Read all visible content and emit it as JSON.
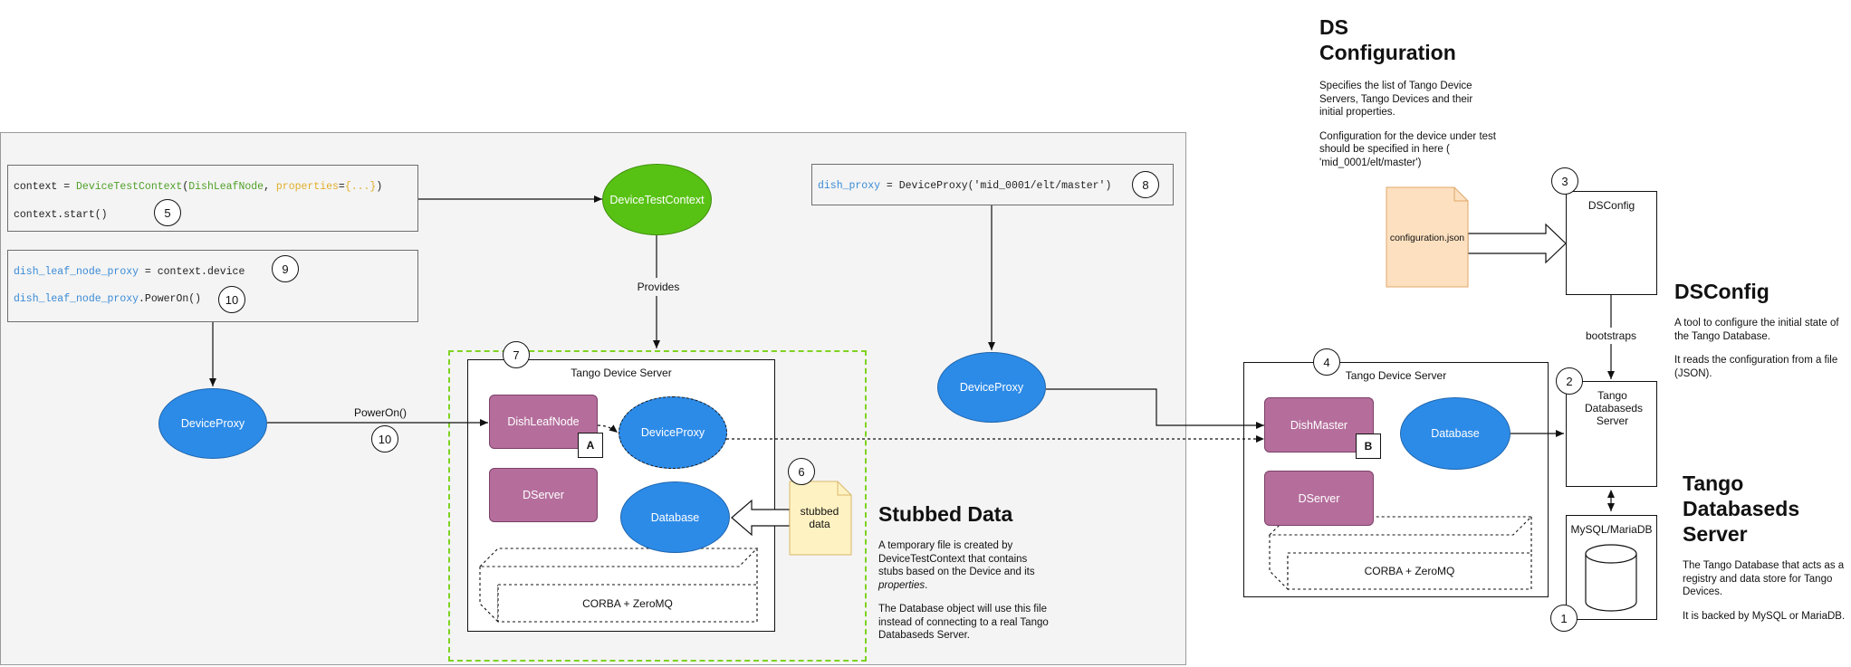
{
  "code": {
    "ctx_assign": "context = ",
    "ctx_class": "DeviceTestContext",
    "ctx_open": "(",
    "ctx_arg": "DishLeafNode",
    "ctx_sep": ", ",
    "ctx_kw": "properties",
    "ctx_eq": "=",
    "ctx_val": "{...}",
    "ctx_close": ")",
    "ctx_start": "context.start()",
    "proxy_var": "dish_leaf_node_proxy",
    "proxy_assign": " = context.device",
    "poweron_var": "dish_leaf_node_proxy",
    "poweron_call": ".PowerOn()",
    "dish_var": "dish_proxy",
    "dish_assign": " = DeviceProxy('mid_0001/elt/master')"
  },
  "badges": {
    "b1": "1",
    "b2": "2",
    "b3": "3",
    "b4": "4",
    "b5": "5",
    "b6": "6",
    "b7": "7",
    "b8": "8",
    "b9": "9",
    "b10a": "10",
    "b10b": "10"
  },
  "nodes": {
    "device_test_context": "DeviceTestContext",
    "device_proxy_left": "DeviceProxy",
    "device_proxy_inner": "DeviceProxy",
    "device_proxy_mid": "DeviceProxy",
    "database_inner": "Database",
    "database_right": "Database",
    "dish_leaf_node": "DishLeafNode",
    "dserver_inner": "DServer",
    "dish_master": "DishMaster",
    "dserver_right": "DServer",
    "corba_inner": "CORBA + ZeroMQ",
    "corba_right": "CORBA + ZeroMQ",
    "tango_ds_inner": "Tango Device Server",
    "tango_ds_right": "Tango Device Server",
    "dsconfig": "DSConfig",
    "tango_db_server": "Tango Databaseds Server",
    "mysql": "MySQL/MariaDB",
    "config_json": "configuration.json",
    "stubbed_data": "stubbed data",
    "marker_a": "A",
    "marker_b": "B"
  },
  "edges": {
    "provides": "Provides",
    "power_on": "PowerOn()",
    "bootstraps": "bootstraps"
  },
  "sections": {
    "ds_config_title": "DS Configuration",
    "ds_config_p1": "Specifies the list of Tango Device Servers, Tango Devices and their initial properties.",
    "ds_config_p2": "Configuration for the device under test should be specified in here ( 'mid_0001/elt/master')",
    "dsconfig_title": "DSConfig",
    "dsconfig_p1": "A tool to configure the initial state of the Tango Database.",
    "dsconfig_p2": "It reads the configuration from a file (JSON).",
    "stubbed_title": "Stubbed Data",
    "stubbed_p1_a": "A temporary file is created by DeviceTestContext that contains stubs based on the Device and its ",
    "stubbed_p1_em": "properties",
    "stubbed_p1_b": ".",
    "stubbed_p2": "The Database object will use this file instead of connecting to a real Tango Databaseds Server.",
    "tango_db_title": "Tango Databaseds Server",
    "tango_db_p1": "The Tango Database that acts as a registry and data store for Tango Devices.",
    "tango_db_p2": "It is backed by MySQL or MariaDB."
  },
  "colors": {
    "blue": "#2d8be8",
    "green": "#58c214",
    "purple": "#b56e9c",
    "note_orange": "#fde0bf",
    "note_yellow": "#fff2c2",
    "dashed_green": "#7ed321"
  }
}
